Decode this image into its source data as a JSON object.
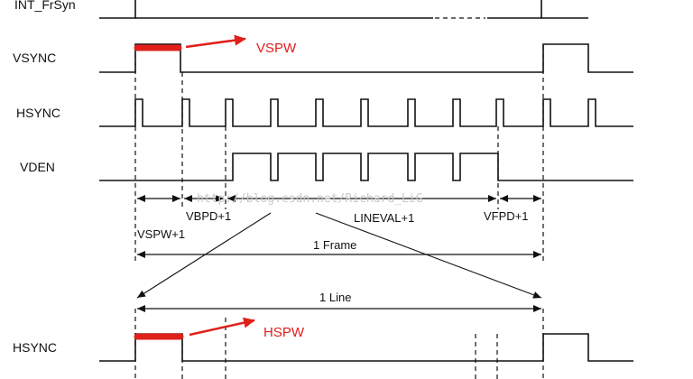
{
  "signals": {
    "int_frsyn": "INT_FrSyn",
    "vsync": "VSYNC",
    "hsync": "HSYNC",
    "vden": "VDEN",
    "hsync_line": "HSYNC"
  },
  "annotations": {
    "vspw_red": "VSPW",
    "hspw_red": "HSPW",
    "vbpd": "VBPD+1",
    "vspw_plus": "VSPW+1",
    "lineval": "LINEVAL+1",
    "vfpd": "VFPD+1",
    "one_frame": "1 Frame",
    "one_line": "1 Line"
  },
  "watermark": "http://blog.csdn.net/Richard_LiG",
  "colors": {
    "highlight": "#e0201b",
    "line": "#111111"
  }
}
